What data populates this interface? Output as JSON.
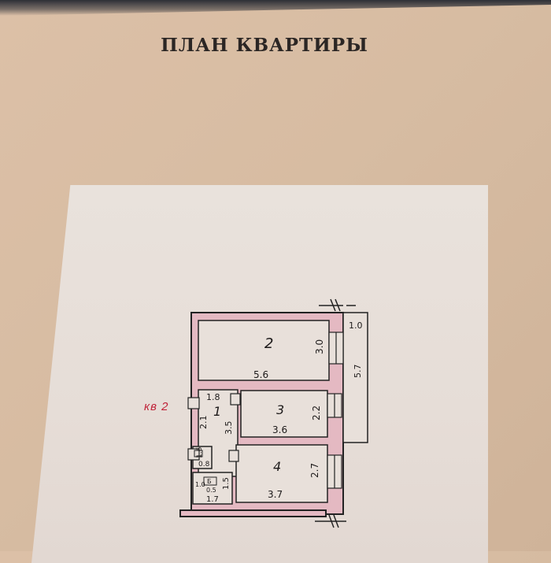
{
  "document": {
    "title": "ПЛАН КВАРТИРЫ",
    "apartment_tag": "кв 2"
  },
  "rooms": [
    {
      "number": "2",
      "width": "5.6",
      "depth": "3.0"
    },
    {
      "number": "1",
      "width": "1.8",
      "depth": "3.5",
      "side": "2.1"
    },
    {
      "number": "3",
      "width": "3.6",
      "depth": "2.2"
    },
    {
      "number": "4",
      "width": "3.7",
      "depth": "2.7"
    }
  ],
  "balcony": {
    "width": "1.0",
    "length": "5.7"
  },
  "wc": {
    "width": "1.6",
    "depth": "0.8"
  },
  "bath": {
    "width": "1.7",
    "depth": "1.5",
    "side_a": "1.0",
    "side_b": "0.5",
    "mark": "Б"
  }
}
